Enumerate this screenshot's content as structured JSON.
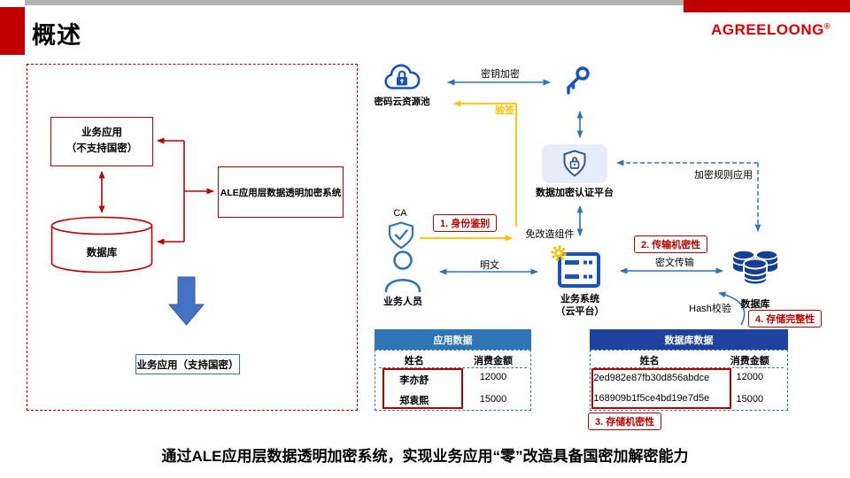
{
  "header": {
    "title": "概述",
    "logo": "AGREELOONG",
    "logo_reg": "®"
  },
  "left_panel": {
    "app_old_line1": "业务应用",
    "app_old_line2": "（不支持国密）",
    "ale_system": "ALE应用层数据透明加密系统",
    "database": "数据库",
    "app_new": "业务应用（支持国密）"
  },
  "diagram": {
    "cloud_pool": "密码云资源池",
    "key_encrypt": "密钥加密",
    "verify_sign": "验签",
    "platform": "数据加密认证平台",
    "encrypt_rule": "加密规则应用",
    "ca": "CA",
    "badge_identity": "1. 身份鉴别",
    "no_mod_component": "免改造组件",
    "person": "业务人员",
    "plaintext": "明文",
    "system_line1": "业务系统",
    "system_line2": "（云平台）",
    "badge_transport": "2. 传输机密性",
    "ciphertext": "密文传输",
    "database": "数据库",
    "hash_check": "Hash校验",
    "badge_integrity": "4. 存储完整性",
    "badge_storage": "3. 存储机密性"
  },
  "tables": {
    "app": {
      "title": "应用数据",
      "col_name": "姓名",
      "col_amount": "消费金额",
      "rows": [
        {
          "name": "李亦舒",
          "amount": "12000"
        },
        {
          "name": "郑袁熙",
          "amount": "15000"
        }
      ]
    },
    "db": {
      "title": "数据库数据",
      "col_name": "姓名",
      "col_amount": "消费金额",
      "rows": [
        {
          "name": "2ed982e87fb30d856abdce",
          "amount": "12000"
        },
        {
          "name": "168909b1f5ce4bd19e7d5e",
          "amount": "15000"
        }
      ]
    }
  },
  "caption": "通过ALE应用层数据透明加密系统，实现业务应用“零”改造具备国密加解密能力",
  "colors": {
    "accent_red": "#C00000",
    "blue": "#2E75B6",
    "icon_blue": "#1652C0",
    "navy": "#153E96",
    "table_blue": "#2E75B6",
    "table_navy": "#1E429F",
    "yellow": "#FFC000",
    "gray_bar": "#B3B3B3"
  }
}
